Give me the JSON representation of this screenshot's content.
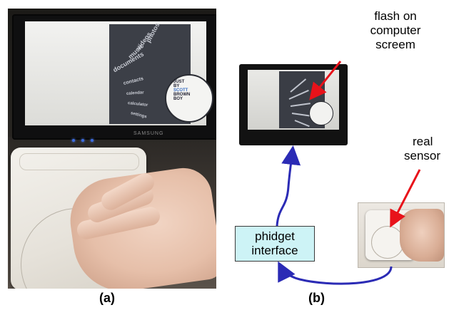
{
  "figure": {
    "panel_a": {
      "caption": "(a)"
    },
    "panel_b": {
      "caption": "(b)"
    },
    "labels": {
      "flash_line1": "flash on",
      "flash_line2": "computer",
      "flash_line3": "screem",
      "sensor_line1": "real",
      "sensor_line2": "sensor",
      "phidget_line1": "phidget",
      "phidget_line2": "interface"
    },
    "screen_menu": {
      "items": [
        "photos",
        "videos",
        "music",
        "documents",
        "contacts",
        "calendar",
        "calculator",
        "settings"
      ],
      "disc_text_1": "JUST",
      "disc_text_2": "BY",
      "disc_text_3": "SCOTT",
      "disc_text_4": "BROWN",
      "disc_text_5": "BOY"
    },
    "monitor_brand": "SAMSUNG",
    "colors": {
      "arrow_red": "#e8121a",
      "connector_blue": "#2b2bb5",
      "callout_fill": "#cdf3f6"
    }
  }
}
